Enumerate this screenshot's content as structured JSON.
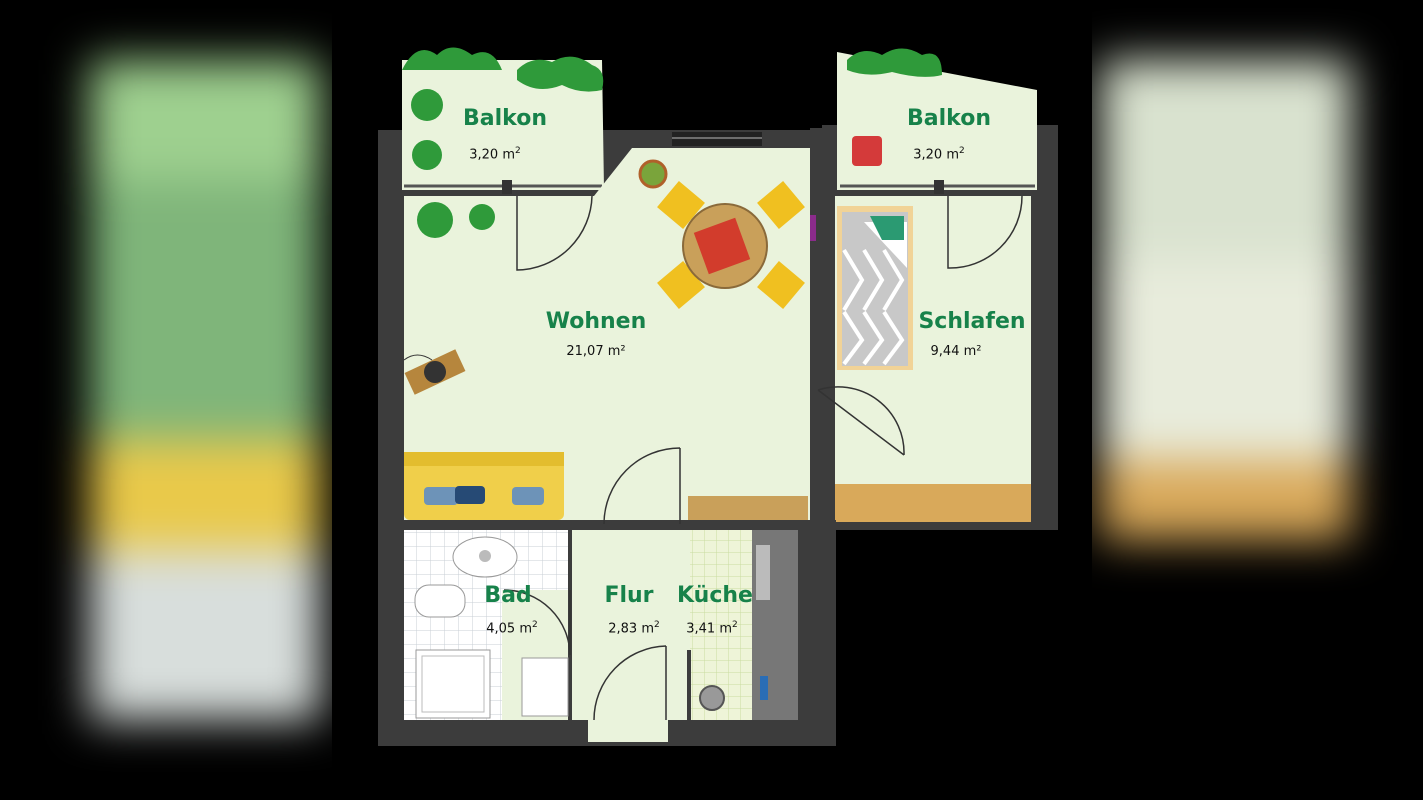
{
  "rooms": {
    "balkon_left": {
      "name": "Balkon",
      "area": "3,20 m",
      "unit_sup": "2"
    },
    "balkon_right": {
      "name": "Balkon",
      "area": "3,20 m",
      "unit_sup": "2"
    },
    "wohnen": {
      "name": "Wohnen",
      "area": "21,07 m²"
    },
    "schlafen": {
      "name": "Schlafen",
      "area": "9,44 m²"
    },
    "bad": {
      "name": "Bad",
      "area": "4,05 m",
      "unit_sup": "2"
    },
    "flur": {
      "name": "Flur",
      "area": "2,83 m",
      "unit_sup": "2"
    },
    "kueche": {
      "name": "Küche",
      "area": "3,41 m",
      "unit_sup": "2"
    }
  },
  "colors": {
    "floor": "#eaf3dc",
    "wall": "#3c3c3c",
    "label": "#17824a",
    "sofa": "#f0cf4a",
    "plant": "#2f9a3a",
    "wood": "#c9a05a"
  },
  "icons": [
    "plant-icon",
    "table-icon",
    "chair-icon",
    "sofa-icon",
    "bed-icon",
    "sink-icon",
    "toilet-icon",
    "shower-icon",
    "stove-icon",
    "door-icon"
  ]
}
